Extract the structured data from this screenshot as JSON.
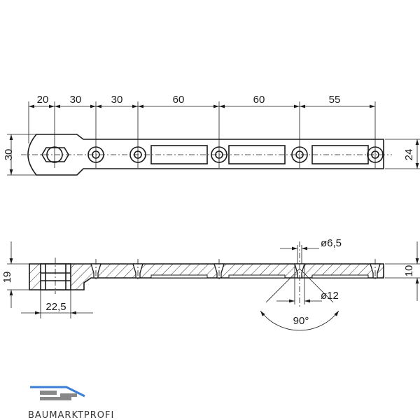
{
  "drawing": {
    "top_view": {
      "spacings": [
        "20",
        "30",
        "30",
        "60",
        "60",
        "55"
      ],
      "height_left": "30",
      "height_right": "24"
    },
    "side_view": {
      "height_total": "19",
      "height_bar": "10",
      "eye_width": "22,5",
      "hole_diameter": "ø6,5",
      "countersink_diameter": "ø12",
      "countersink_angle": "90°"
    }
  },
  "logo": {
    "text": "BAUMARKTPROFI",
    "accent": "#3a7fd5"
  }
}
